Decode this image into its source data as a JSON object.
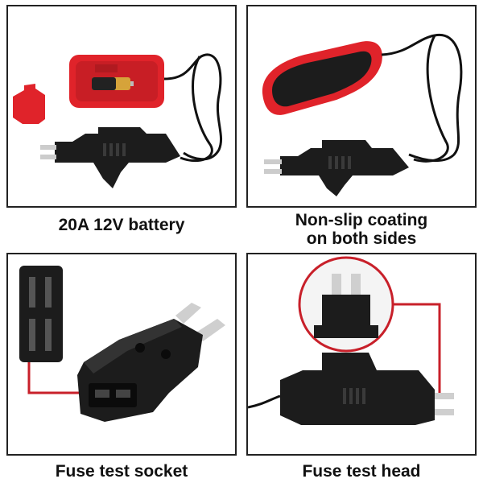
{
  "panels": [
    {
      "caption": "20A 12V battery"
    },
    {
      "caption_line1": "Non-slip coating",
      "caption_line2": "on both sides"
    },
    {
      "caption": "Fuse test socket"
    },
    {
      "caption": "Fuse test head"
    }
  ],
  "colors": {
    "housing_red": "#e0232a",
    "plastic_black": "#1c1c1c",
    "callout_red": "#c8202a"
  }
}
